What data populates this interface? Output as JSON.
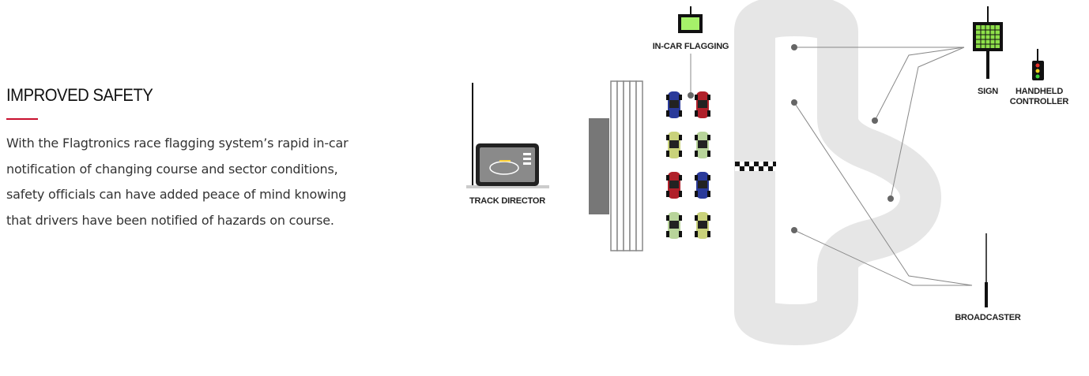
{
  "section": {
    "heading": "IMPROVED SAFETY",
    "body": "With the Flagtronics race flagging system’s rapid in-car notification of changing course and sector conditions, safety officials can have added peace of mind knowing that drivers have been notified of hazards on course."
  },
  "diagram": {
    "labels": {
      "in_car_flagging": "IN-CAR FLAGGING",
      "track_director": "TRACK DIRECTOR",
      "sign": "SIGN",
      "handheld_line1": "HANDHELD",
      "handheld_line2": "CONTROLLER",
      "broadcaster": "BROADCASTER"
    },
    "colors": {
      "accent_rule": "#c8102e",
      "track": "#e6e6e6",
      "screen_green": "#a6f16a",
      "sign_green": "#8ee04a",
      "car_colors": [
        "#2a3a9a",
        "#b0202a",
        "#c9d27a",
        "#c9d27a",
        "#b0202a",
        "#2a3a9a",
        "#c9d27a",
        "#c9d27a"
      ]
    }
  }
}
